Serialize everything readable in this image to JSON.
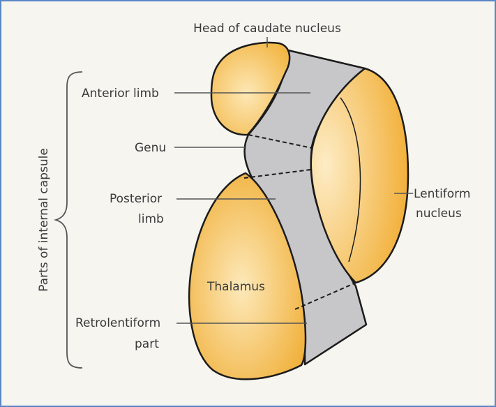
{
  "labels": {
    "head_of_caudate": "Head of caudate nucleus",
    "anterior_limb": "Anterior limb",
    "genu": "Genu",
    "posterior_limb_1": "Posterior",
    "posterior_limb_2": "limb",
    "lentiform_1": "Lentiform",
    "lentiform_2": "nucleus",
    "thalamus": "Thalamus",
    "retrolentiform_1": "Retrolentiform",
    "retrolentiform_2": "part",
    "bracket_label": "Parts of internal capsule"
  },
  "colors": {
    "capsule_grey": "#c7c7c9",
    "nucleus_orange": "#f2b440",
    "nucleus_light": "#fde8b6",
    "outline": "#1b1b1b",
    "frame": "#5a86c6"
  }
}
